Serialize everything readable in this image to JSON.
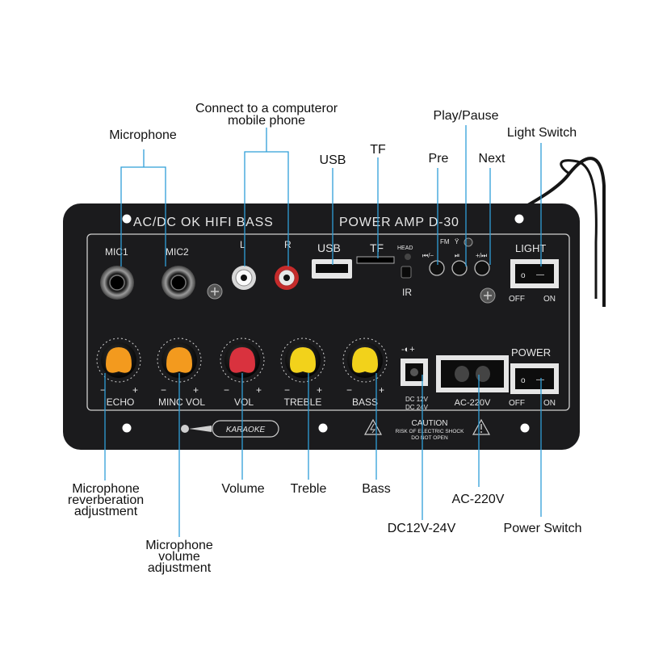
{
  "panel": {
    "header_left": "AC/DC  OK  HIFI  BASS",
    "header_right": "POWER  AMP  D-30",
    "jacks": {
      "mic1": "MIC1",
      "mic2": "MIC2",
      "left": "L",
      "right": "R",
      "usb": "USB",
      "tf": "TF",
      "head": "HEAD",
      "ir": "IR",
      "fm": "FM",
      "prev": "⏮/−",
      "play": "⏯",
      "next": "+/⏭",
      "dc_symbol": "-◐+",
      "dc_spec_1": "DC 12V",
      "dc_spec_2": "DC 24V",
      "ac": "AC-220V"
    },
    "knobs": [
      "ECHO",
      "MINC VOL",
      "VOL",
      "TREBLE",
      "BASS"
    ],
    "knob_minus": "−",
    "knob_plus": "+",
    "knob_colors": [
      "#f39a1e",
      "#f39a1e",
      "#d9323e",
      "#f2d21b",
      "#f2d21b"
    ],
    "switches": {
      "light_title": "LIGHT",
      "power_title": "POWER",
      "off": "OFF",
      "on": "ON",
      "off_mark": "o",
      "on_mark": "—"
    },
    "karaoke": "KARAOKE",
    "caution_title": "CAUTION",
    "caution_line1": "RISK OF ELECTRIC SHOCK",
    "caution_line2": "DO NOT OPEN"
  },
  "labels": {
    "connect_line1": "Connect to a computeror",
    "connect_line2": "mobile phone",
    "microphone": "Microphone",
    "usb": "USB",
    "tf": "TF",
    "pre": "Pre",
    "play_pause": "Play/Pause",
    "next": "Next",
    "light_switch": "Light Switch",
    "mic_reverb_1": "Microphone",
    "mic_reverb_2": "reverberation",
    "mic_reverb_3": "adjustment",
    "mic_vol_1": "Microphone",
    "mic_vol_2": "volume",
    "mic_vol_3": "adjustment",
    "volume": "Volume",
    "treble": "Treble",
    "bass": "Bass",
    "dc": "DC12V-24V",
    "ac": "AC-220V",
    "power_switch": "Power Switch"
  },
  "colors": {
    "panel": "#1b1b1d",
    "leader_line": "#2f9fd8"
  }
}
